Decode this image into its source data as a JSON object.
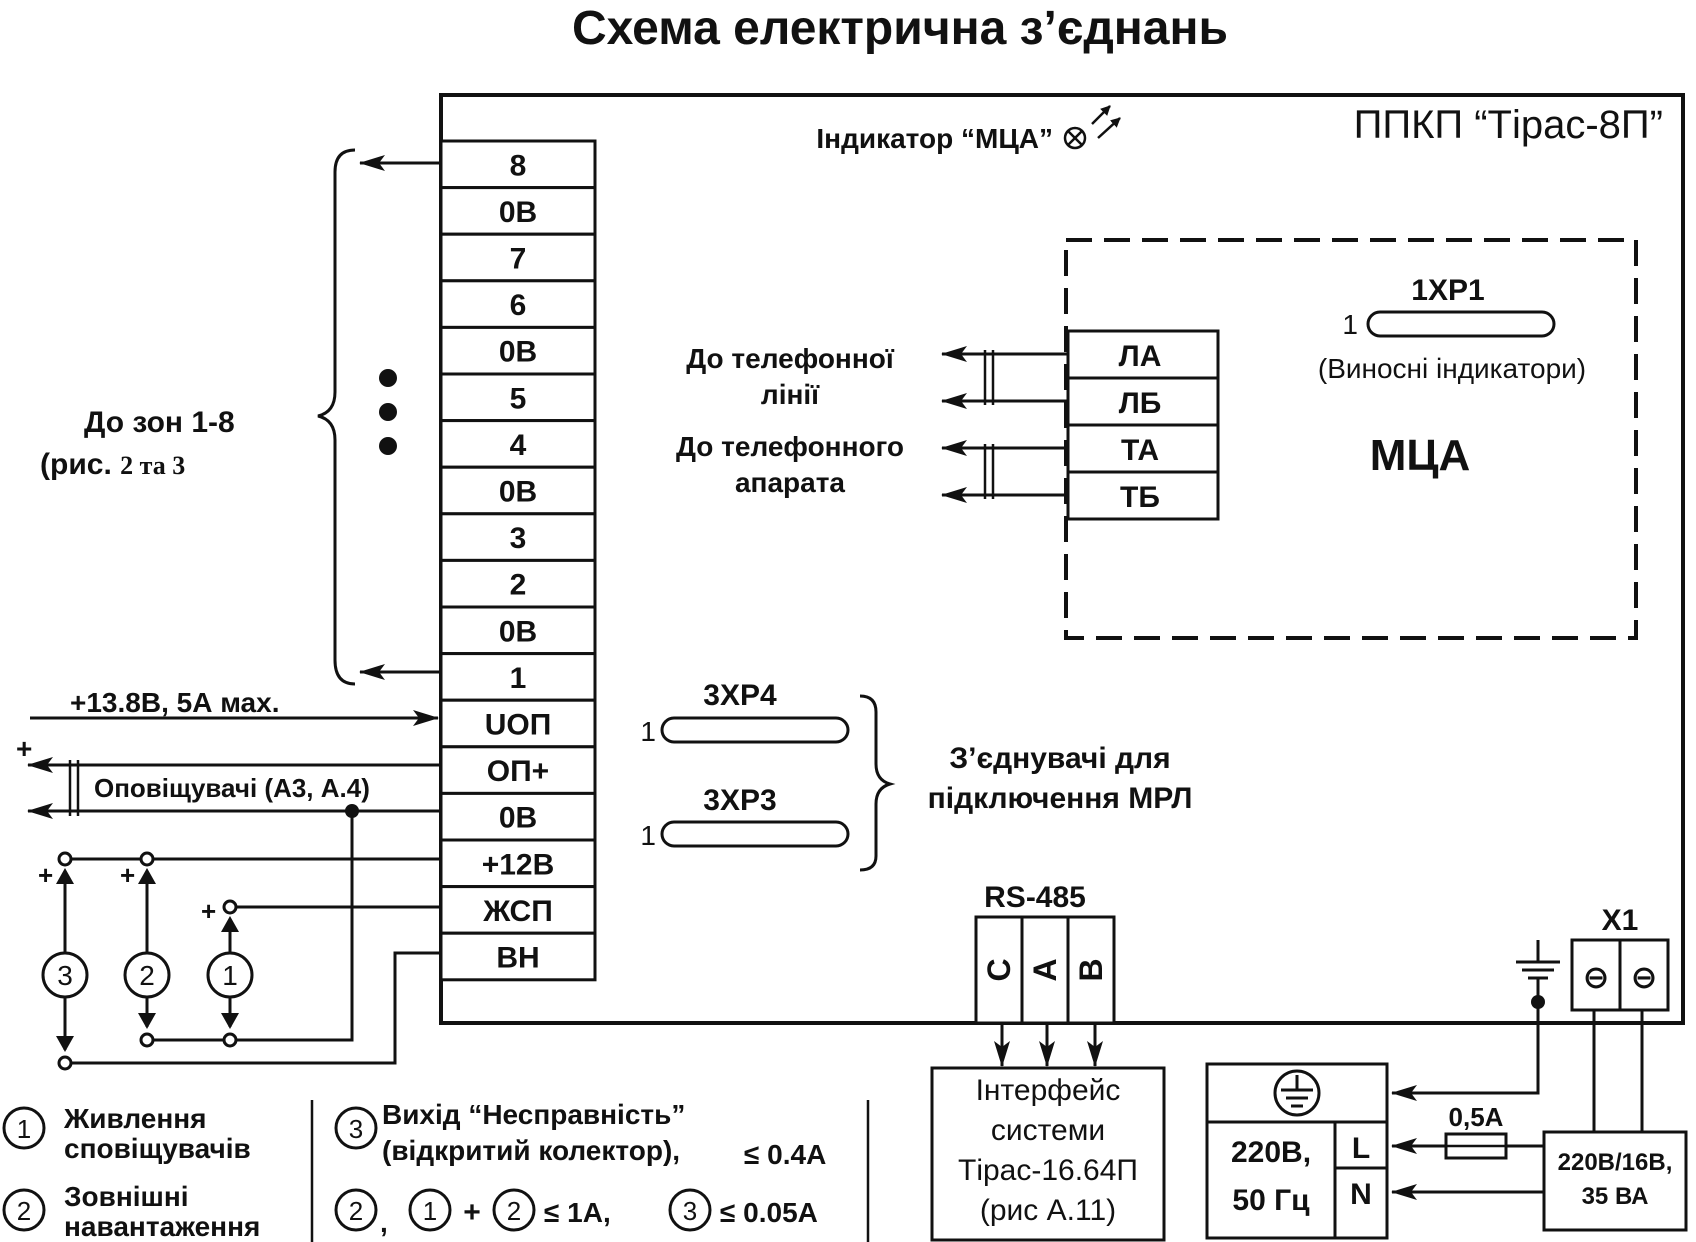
{
  "title": "Схема електрична з’єднань",
  "device_label": "ППКП “Тірас-8П”",
  "indicator_label": "Індикатор “МЦА”",
  "terminal_block": [
    "8",
    "0В",
    "7",
    "6",
    "0В",
    "5",
    "4",
    "0В",
    "3",
    "2",
    "0В",
    "1",
    "UОП",
    "ОП+",
    "0В",
    "+12В",
    "ЖСП",
    "ВН"
  ],
  "zones_label": "До зон 1-8",
  "zones_ref_prefix": "(рис.",
  "zones_ref_rest": "2 та 3",
  "power_out_label": "+13.8В, 5А мах.",
  "sirens_label": "Оповіщувачі (А3, А.4)",
  "plus": "+",
  "mca": {
    "label": "МЦА",
    "terminals": [
      "ЛА",
      "ЛБ",
      "ТА",
      "ТБ"
    ],
    "connector": "1ХР1",
    "connector_pin": "1",
    "connector_desc": "(Виносні індикатори)",
    "phone_line": [
      "До телефонної",
      "лінії"
    ],
    "phone_set": [
      "До телефонного",
      "апарата"
    ]
  },
  "mrl": {
    "connectors": [
      "3ХР4",
      "3ХР3"
    ],
    "pin": "1",
    "label": [
      "З’єднувачі для",
      "підключення МРЛ"
    ]
  },
  "rs485": {
    "label": "RS-485",
    "pins": [
      "С",
      "А",
      "В"
    ],
    "iface": [
      "Інтерфейс",
      "системи",
      "Тірас-16.64П",
      "(рис А.11)"
    ]
  },
  "x1": {
    "label": "X1",
    "symbol": "⊖"
  },
  "mains": {
    "fuse": "0,5А",
    "voltage": "220В,",
    "freq": "50 Гц",
    "L": "L",
    "N": "N",
    "transformer": [
      "220В/16В,",
      "35 ВА"
    ]
  },
  "loads": [
    "3",
    "2",
    "1"
  ],
  "legend": {
    "n1": "1",
    "item1": [
      "Живлення",
      "сповіщувачів"
    ],
    "n2": "2",
    "item2": [
      "Зовнішні",
      "навантаження"
    ],
    "n3": "3",
    "item3": [
      "Вихід “Несправність”",
      "(відкритий колектор),"
    ],
    "item3_limit": "≤ 0.4А",
    "combo_sep": ",",
    "combo_plus": "+",
    "combo_limit1": "≤ 1А,",
    "combo_limit2": "≤ 0.05А"
  }
}
